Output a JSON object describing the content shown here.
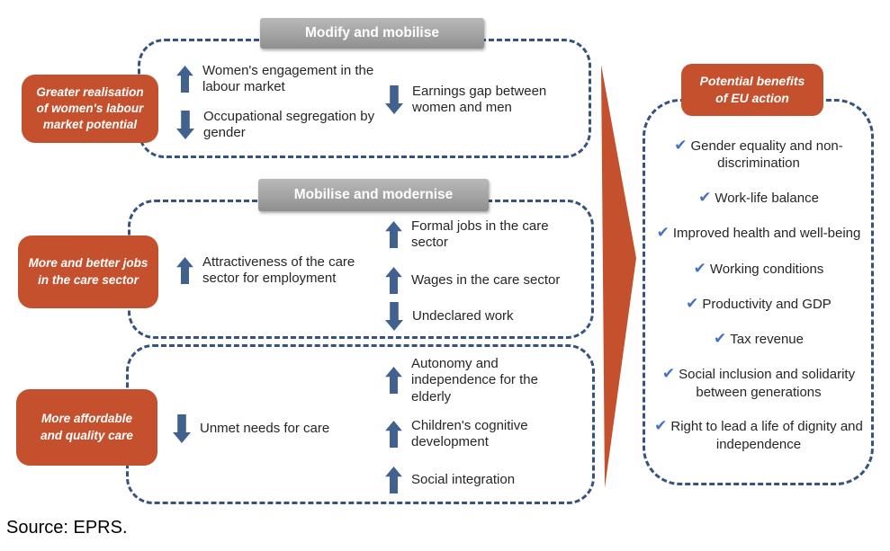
{
  "colors": {
    "orange": "#C5502D",
    "dash_navy": "#35537E",
    "arrow_blue": "#41618F",
    "check_blue": "#4472C4",
    "banner_gray": "#9E9E9E",
    "text_dark": "#262626"
  },
  "sections": [
    {
      "banner": "Modify and mobilise",
      "label": "Greater realisation of women's labour market potential",
      "items": [
        {
          "dir": "up",
          "text": "Women's engagement in the labour market"
        },
        {
          "dir": "down",
          "text": "Occupational segregation by gender"
        },
        {
          "dir": "down",
          "text": "Earnings gap between women and men"
        }
      ]
    },
    {
      "banner": "Mobilise and modernise",
      "label": "More and better jobs in the care sector",
      "items": [
        {
          "dir": "up",
          "text": "Attractiveness of the care sector for employment"
        },
        {
          "dir": "up",
          "text": "Formal jobs in the care sector"
        },
        {
          "dir": "up",
          "text": "Wages in the care sector"
        },
        {
          "dir": "down",
          "text": "Undeclared work"
        }
      ]
    },
    {
      "label": "More affordable and quality care",
      "items": [
        {
          "dir": "down",
          "text": "Unmet needs for care"
        },
        {
          "dir": "up",
          "text": "Autonomy and independence for the elderly"
        },
        {
          "dir": "up",
          "text": "Children's cognitive development"
        },
        {
          "dir": "up",
          "text": "Social integration"
        }
      ]
    }
  ],
  "benefits": {
    "title": "Potential benefits of EU action",
    "items": [
      "Gender equality and non-discrimination",
      "Work-life balance",
      "Improved health and well-being",
      "Working conditions",
      "Productivity and GDP",
      "Tax revenue",
      "Social inclusion and solidarity between generations",
      "Right to lead a life of dignity and independence"
    ]
  },
  "source": "Source: EPRS."
}
